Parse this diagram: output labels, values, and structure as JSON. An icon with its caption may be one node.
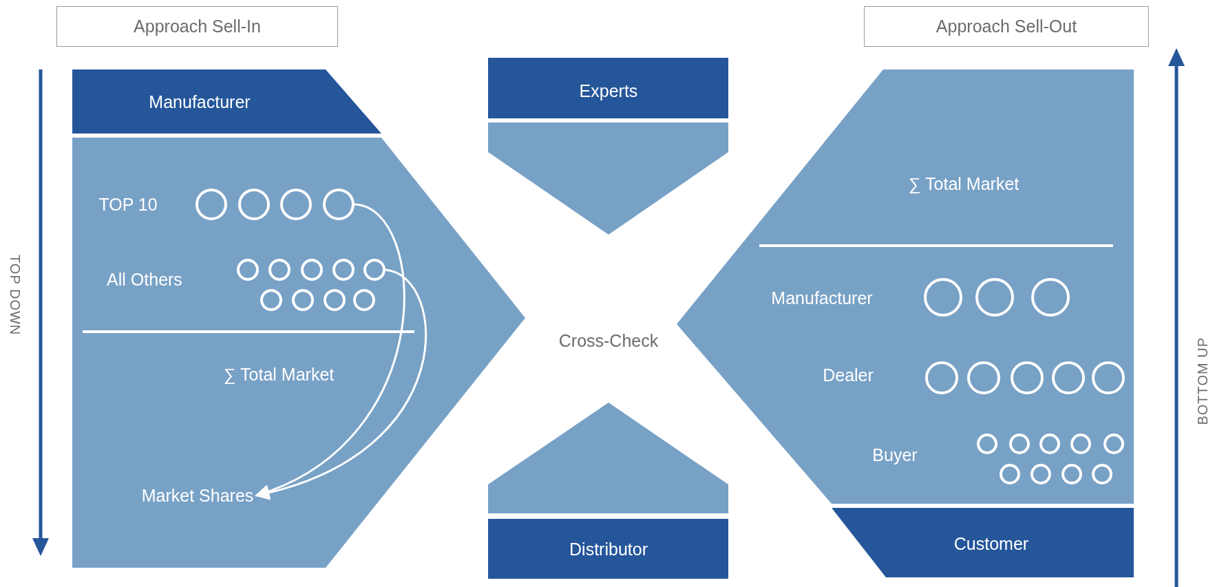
{
  "diagram": {
    "nodes": [
      {
        "text": [
          "Approach Sell-In"
        ]
      },
      {
        "text": [
          "Approach Sell-Out"
        ]
      },
      {
        "text": [
          "Manufacturer"
        ]
      },
      {
        "text": [],
        "shape": "box"
      },
      {
        "text": [
          "TOP 10"
        ],
        "in": 3
      },
      {
        "text": [],
        "shape": "circle",
        "in": 3
      },
      {
        "text": [],
        "shape": "circle",
        "in": 3
      },
      {
        "text": [],
        "shape": "circle",
        "in": 3
      },
      {
        "text": [],
        "shape": "circle",
        "in": 3
      },
      {
        "text": [
          "All Others"
        ],
        "in": 3
      },
      {
        "text": [],
        "shape": "circle",
        "in": 3
      },
      {
        "text": [],
        "shape": "circle",
        "in": 3
      },
      {
        "text": [],
        "shape": "circle",
        "in": 3
      },
      {
        "text": [],
        "shape": "circle",
        "in": 3
      },
      {
        "text": [],
        "shape": "circle",
        "in": 3
      },
      {
        "text": [],
        "shape": "circle",
        "in": 3
      },
      {
        "text": [],
        "shape": "circle",
        "in": 3
      },
      {
        "text": [],
        "shape": "circle",
        "in": 3
      },
      {
        "text": [],
        "shape": "circle",
        "in": 3
      },
      {
        "text": [
          "∑ Total Market"
        ],
        "in": 3
      },
      {
        "text": [
          "Market Shares"
        ],
        "in": 3
      },
      {
        "text": [
          "Experts"
        ]
      },
      {
        "text": [],
        "shape": "chevron"
      },
      {
        "text": [
          "Cross-Check"
        ]
      },
      {
        "text": [],
        "shape": "chevron"
      },
      {
        "text": [
          "Distributor"
        ]
      },
      {
        "text": [],
        "shape": "box"
      },
      {
        "text": [
          "∑ Total Market"
        ],
        "in": 26
      },
      {
        "text": [
          "Manufacturer"
        ],
        "in": 26
      },
      {
        "text": [],
        "shape": "circle",
        "in": 26
      },
      {
        "text": [],
        "shape": "circle",
        "in": 26
      },
      {
        "text": [],
        "shape": "circle",
        "in": 26
      },
      {
        "text": [
          "Dealer"
        ],
        "in": 26
      },
      {
        "text": [],
        "shape": "circle",
        "in": 26
      },
      {
        "text": [],
        "shape": "circle",
        "in": 26
      },
      {
        "text": [],
        "shape": "circle",
        "in": 26
      },
      {
        "text": [],
        "shape": "circle",
        "in": 26
      },
      {
        "text": [],
        "shape": "circle",
        "in": 26
      },
      {
        "text": [
          "Buyer"
        ],
        "in": 26
      },
      {
        "text": [],
        "shape": "circle",
        "in": 26
      },
      {
        "text": [],
        "shape": "circle",
        "in": 26
      },
      {
        "text": [],
        "shape": "circle",
        "in": 26
      },
      {
        "text": [],
        "shape": "circle",
        "in": 26
      },
      {
        "text": [],
        "shape": "circle",
        "in": 26
      },
      {
        "text": [],
        "shape": "circle",
        "in": 26
      },
      {
        "text": [],
        "shape": "circle",
        "in": 26
      },
      {
        "text": [],
        "shape": "circle",
        "in": 26
      },
      {
        "text": [],
        "shape": "circle",
        "in": 26
      },
      {
        "text": [
          "Customer"
        ]
      }
    ],
    "edges": [
      {
        "from": 8,
        "to": 20,
        "arrow": "to"
      },
      {
        "from": 14,
        "to": 20,
        "arrow": "to"
      }
    ],
    "labels": [
      "TOP DOWN",
      "BOTTOM UP"
    ]
  }
}
